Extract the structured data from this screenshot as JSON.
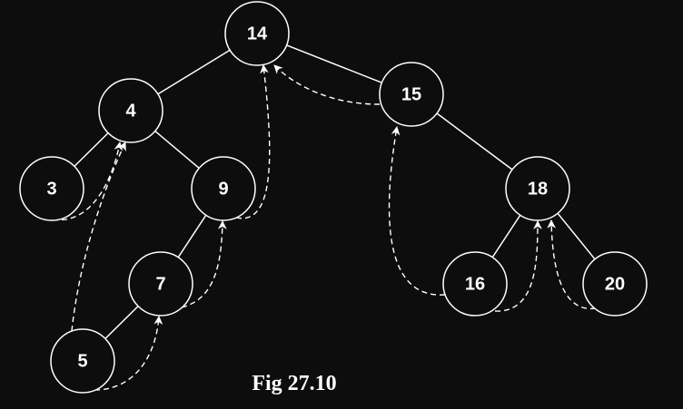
{
  "diagram": {
    "caption": "Fig 27.10",
    "colors": {
      "background": "#0d0d0d",
      "node_fill": "#0d0d0d",
      "stroke": "#ffffff",
      "text": "#ffffff"
    },
    "nodes": [
      {
        "id": "n14",
        "label": "14"
      },
      {
        "id": "n4",
        "label": "4"
      },
      {
        "id": "n15",
        "label": "15"
      },
      {
        "id": "n3",
        "label": "3"
      },
      {
        "id": "n9",
        "label": "9"
      },
      {
        "id": "n18",
        "label": "18"
      },
      {
        "id": "n7",
        "label": "7"
      },
      {
        "id": "n16",
        "label": "16"
      },
      {
        "id": "n20",
        "label": "20"
      },
      {
        "id": "n5",
        "label": "5"
      }
    ],
    "edges": [
      {
        "from": "n14",
        "to": "n4"
      },
      {
        "from": "n14",
        "to": "n15"
      },
      {
        "from": "n4",
        "to": "n3"
      },
      {
        "from": "n4",
        "to": "n9"
      },
      {
        "from": "n15",
        "to": "n18"
      },
      {
        "from": "n9",
        "to": "n7"
      },
      {
        "from": "n7",
        "to": "n5"
      },
      {
        "from": "n18",
        "to": "n16"
      },
      {
        "from": "n18",
        "to": "n20"
      }
    ],
    "threads": [
      {
        "from": "n3",
        "to": "n4"
      },
      {
        "from": "n5",
        "to": "n4"
      },
      {
        "from": "n5",
        "to": "n7"
      },
      {
        "from": "n7",
        "to": "n9"
      },
      {
        "from": "n9",
        "to": "n14"
      },
      {
        "from": "n15",
        "to": "n14"
      },
      {
        "from": "n16",
        "to": "n15"
      },
      {
        "from": "n16",
        "to": "n18"
      },
      {
        "from": "n20",
        "to": "n18"
      }
    ]
  }
}
